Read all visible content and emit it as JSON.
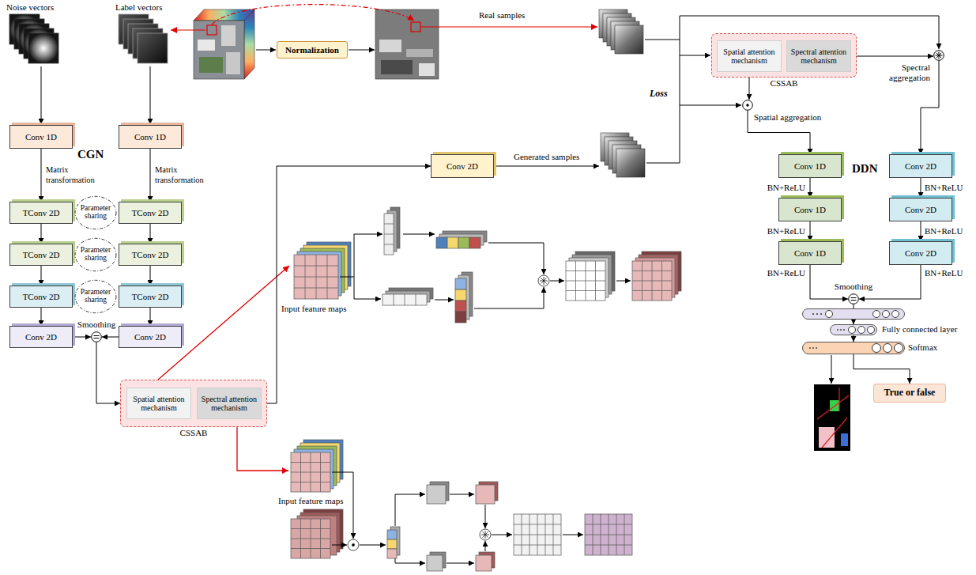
{
  "diagram": {
    "nodes": [
      {
        "text": [
          "Normalization"
        ]
      },
      {
        "text": [
          "Conv 1D"
        ]
      },
      {
        "text": [
          "Conv 1D"
        ]
      },
      {
        "text": [
          "TConv 2D"
        ]
      },
      {
        "text": [
          "Parameter sharing"
        ]
      },
      {
        "text": [
          "TConv 2D"
        ]
      },
      {
        "text": [
          "TConv 2D"
        ]
      },
      {
        "text": [
          "Parameter sharing"
        ]
      },
      {
        "text": [
          "TConv 2D"
        ]
      },
      {
        "text": [
          "TConv 2D"
        ]
      },
      {
        "text": [
          "Parameter sharing"
        ]
      },
      {
        "text": [
          "TConv 2D"
        ]
      },
      {
        "text": [
          "Conv 2D"
        ]
      },
      {
        "text": [
          "Conv 2D"
        ]
      },
      {
        "text": [
          "Smoothing"
        ]
      },
      {
        "text": [
          "CSSAB"
        ]
      },
      {
        "text": [
          "Spatial attention mechanism"
        ],
        "in": 15
      },
      {
        "text": [
          "Spectral attention mechanism"
        ],
        "in": 15
      },
      {
        "text": [
          "Conv 2D"
        ]
      },
      {
        "text": [
          "CSSAB"
        ]
      },
      {
        "text": [
          "Spatial attention mechanism"
        ],
        "in": 19
      },
      {
        "text": [
          "Spectral attention mechanism"
        ],
        "in": 19
      },
      {
        "text": [
          "Spatial aggregation"
        ]
      },
      {
        "text": [
          "Spectral aggregation"
        ]
      },
      {
        "text": [
          "Conv 1D"
        ]
      },
      {
        "text": [
          "Conv 1D"
        ]
      },
      {
        "text": [
          "Conv 1D"
        ]
      },
      {
        "text": [
          "Conv 2D"
        ]
      },
      {
        "text": [
          "Conv 2D"
        ]
      },
      {
        "text": [
          "Conv 2D"
        ]
      },
      {
        "text": [
          "Smoothing"
        ]
      },
      {
        "text": [
          "Fully connected layer"
        ]
      },
      {
        "text": [
          "Softmax"
        ]
      },
      {
        "text": [
          "True or false"
        ]
      }
    ],
    "edges": [
      {
        "from": 1,
        "to": 3,
        "arrow": "to",
        "label": "Matrix transformation"
      },
      {
        "from": 2,
        "to": 5,
        "arrow": "to",
        "label": "Matrix transformation"
      },
      {
        "from": 3,
        "to": 6,
        "arrow": "to"
      },
      {
        "from": 6,
        "to": 9,
        "arrow": "to"
      },
      {
        "from": 9,
        "to": 12,
        "arrow": "to"
      },
      {
        "from": 5,
        "to": 8,
        "arrow": "to"
      },
      {
        "from": 8,
        "to": 11,
        "arrow": "to"
      },
      {
        "from": 11,
        "to": 13,
        "arrow": "to"
      },
      {
        "from": 12,
        "to": 14,
        "arrow": "to"
      },
      {
        "from": 13,
        "to": 14,
        "arrow": "to"
      },
      {
        "from": 14,
        "to": 15,
        "arrow": "to"
      },
      {
        "from": 15,
        "to": 18,
        "arrow": "to"
      },
      {
        "from": 16,
        "to": 17,
        "arrow": "to"
      },
      {
        "from": 20,
        "to": 21,
        "arrow": "to"
      },
      {
        "from": 20,
        "to": 22,
        "arrow": "to"
      },
      {
        "from": 21,
        "to": 23,
        "arrow": "to"
      },
      {
        "from": 22,
        "to": 24,
        "arrow": "to"
      },
      {
        "from": 24,
        "to": 25,
        "arrow": "to"
      },
      {
        "from": 25,
        "to": 26,
        "arrow": "to"
      },
      {
        "from": 23,
        "to": 27,
        "arrow": "to"
      },
      {
        "from": 27,
        "to": 28,
        "arrow": "to"
      },
      {
        "from": 28,
        "to": 29,
        "arrow": "to"
      },
      {
        "from": 26,
        "to": 30,
        "arrow": "to"
      },
      {
        "from": 29,
        "to": 30,
        "arrow": "to"
      },
      {
        "from": 30,
        "to": 31,
        "arrow": "to"
      },
      {
        "from": 31,
        "to": 32,
        "arrow": "to"
      },
      {
        "from": 32,
        "to": 33,
        "arrow": "to"
      }
    ],
    "labels": [
      "Noise vectors",
      "Label vectors",
      "Real samples",
      "Loss",
      "Generated samples",
      "CGN",
      "Input feature maps",
      "Input feature maps",
      "DDN",
      "BN+ReLU",
      "BN+ReLU",
      "BN+ReLU",
      "BN+ReLU",
      "BN+ReLU",
      "BN+ReLU"
    ]
  }
}
